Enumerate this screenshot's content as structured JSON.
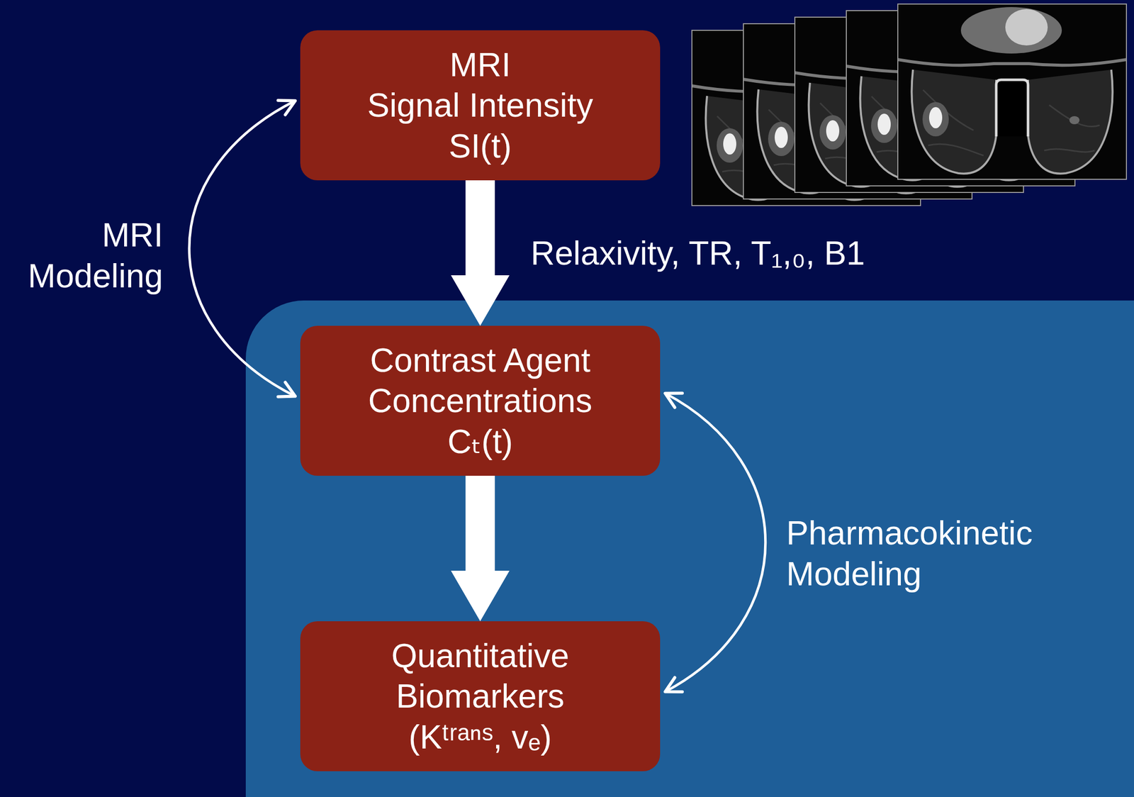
{
  "diagram": {
    "nodes": [
      {
        "text": [
          "MRI",
          "Signal Intensity",
          "SI(t)"
        ]
      },
      {
        "text": []
      },
      {
        "text": [
          "Contrast Agent Concentrations",
          "Cₜ(t)"
        ],
        "in": 1
      },
      {
        "text": [
          "Quantitative Biomarkers",
          "(Kᵗʳᵃⁿˢ, vₑ)"
        ],
        "in": 1
      }
    ],
    "edges": [
      {
        "from": 0,
        "to": 2,
        "arrow": "to",
        "label": "Relaxivity, TR, T₁,₀, B1"
      },
      {
        "from": 2,
        "to": 3,
        "arrow": "to"
      },
      {
        "from": 0,
        "to": 2,
        "arrow": "both",
        "label": "MRI Modeling"
      },
      {
        "from": 2,
        "to": 3,
        "arrow": "both",
        "label": "Pharmacokinetic Modeling"
      }
    ]
  }
}
